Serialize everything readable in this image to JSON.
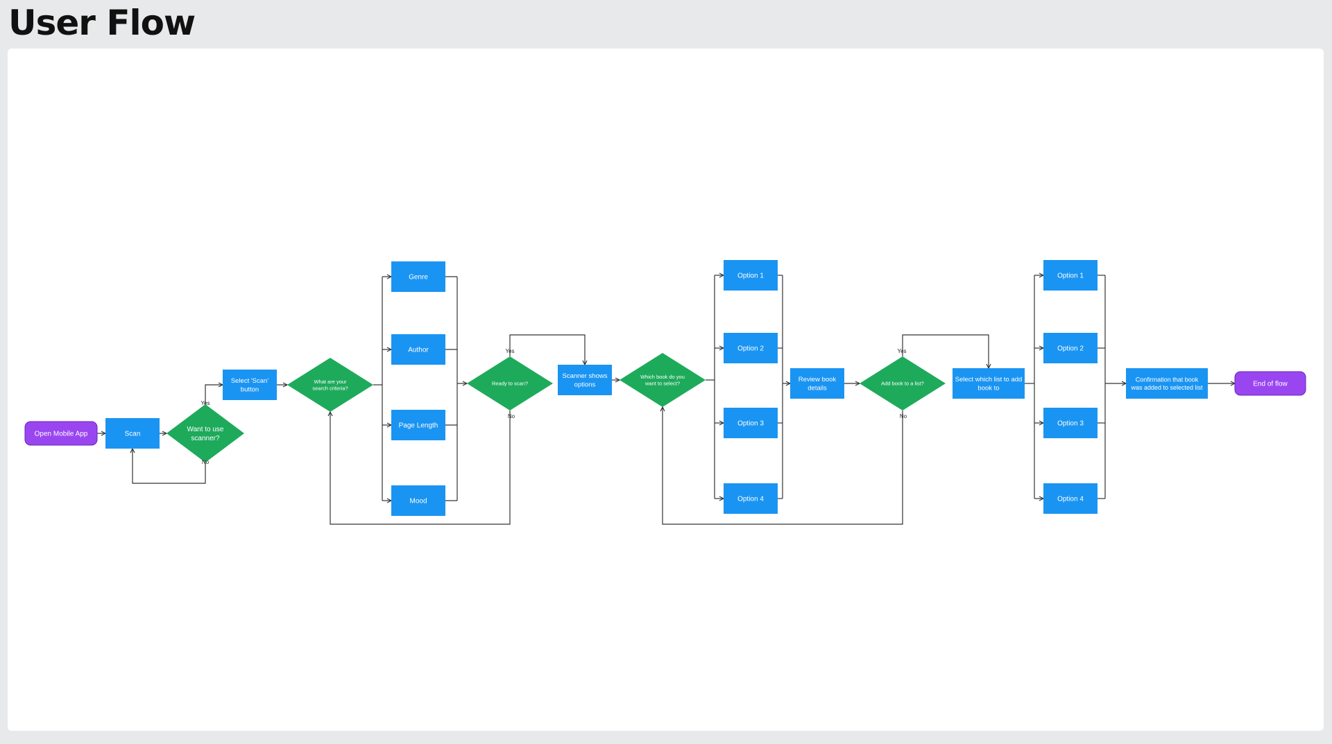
{
  "title": "User Flow",
  "colors": {
    "process": "#1a94f2",
    "decision": "#1eaa5b",
    "terminal": "#9a46f0"
  },
  "nodes": {
    "open_app": "Open Mobile App",
    "scan": "Scan",
    "want_scanner": [
      "Want to use",
      "scanner?"
    ],
    "select_scan": [
      "Select 'Scan'",
      "button"
    ],
    "search_criteria": [
      "What are your",
      "search criteria?"
    ],
    "genre": "Genre",
    "author": "Author",
    "page_length": "Page Length",
    "mood": "Mood",
    "ready_scan": "Ready to scan?",
    "scanner_options": [
      "Scanner shows",
      "options"
    ],
    "which_book": [
      "Which book do you",
      "want to select?"
    ],
    "book_opt1": "Option 1",
    "book_opt2": "Option 2",
    "book_opt3": "Option 3",
    "book_opt4": "Option 4",
    "review": [
      "Review book",
      "details"
    ],
    "add_list": "Add book to a list?",
    "select_list": [
      "Select which list to add",
      "book to"
    ],
    "list_opt1": "Option 1",
    "list_opt2": "Option 2",
    "list_opt3": "Option 3",
    "list_opt4": "Option 4",
    "confirmation": [
      "Confirmation that book",
      "was added to selected list"
    ],
    "end": "End of flow"
  },
  "edge_labels": {
    "want_yes": "Yes",
    "want_no": "No",
    "ready_yes": "Yes",
    "ready_no": "No",
    "add_yes": "Yes",
    "add_no": "No"
  }
}
